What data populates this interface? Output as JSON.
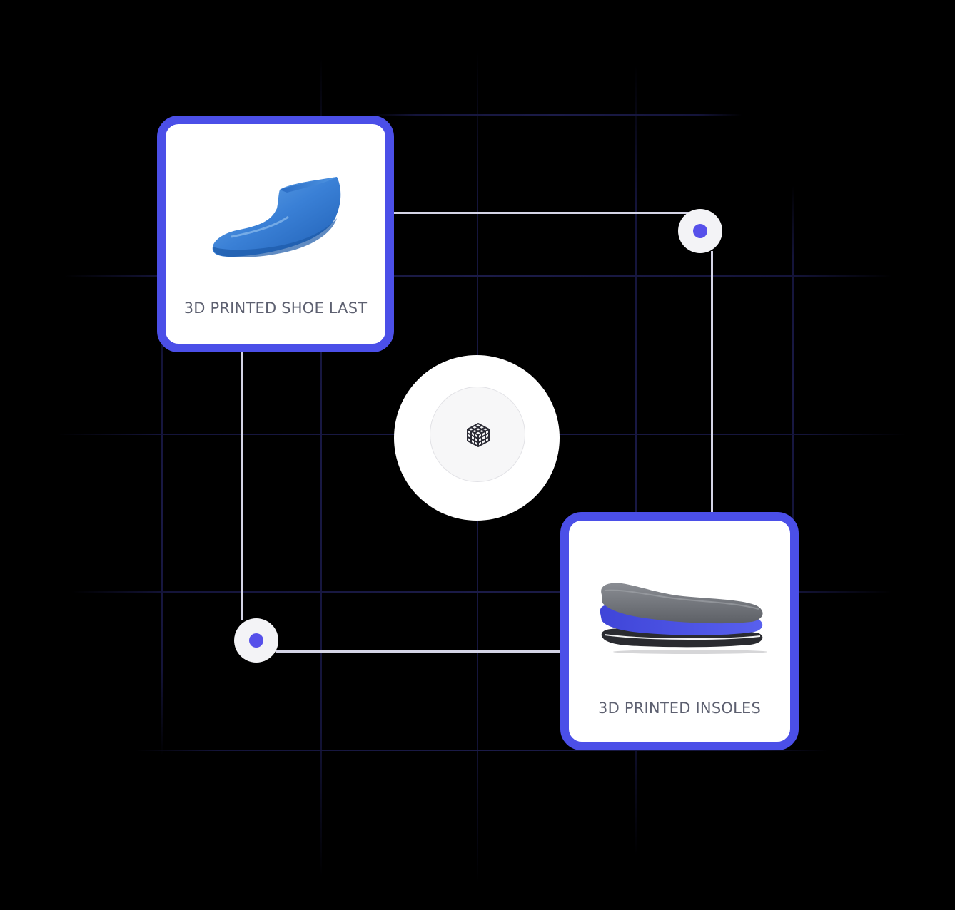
{
  "cards": {
    "shoe_last": {
      "label": "3D PRINTED SHOE LAST",
      "image": "blue-shoe-last-image"
    },
    "insoles": {
      "label": "3D PRINTED INSOLES",
      "image": "layered-insoles-image"
    }
  },
  "hub": {
    "icon": "cube-icon"
  },
  "colors": {
    "accent": "#4b4fe8",
    "dot": "#5650ea",
    "connector": "#d4d4e6",
    "background": "#000000",
    "label_text": "#5d6070"
  }
}
